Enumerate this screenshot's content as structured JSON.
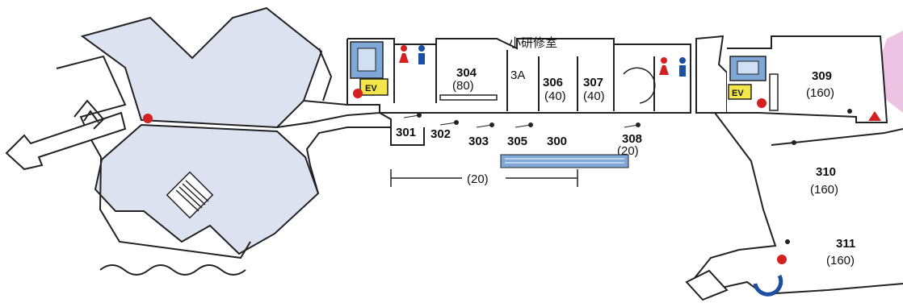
{
  "map": {
    "rooms": [
      {
        "id": "304",
        "number": "304",
        "capacity": "(80)"
      },
      {
        "id": "306",
        "number": "306",
        "capacity": "(40)"
      },
      {
        "id": "307",
        "number": "307",
        "capacity": "(40)"
      },
      {
        "id": "309",
        "number": "309",
        "capacity": "(160)"
      },
      {
        "id": "301",
        "number": "301",
        "capacity": ""
      },
      {
        "id": "302",
        "number": "302",
        "capacity": ""
      },
      {
        "id": "303",
        "number": "303",
        "capacity": ""
      },
      {
        "id": "305",
        "number": "305",
        "capacity": ""
      },
      {
        "id": "300",
        "number": "300",
        "capacity": ""
      },
      {
        "id": "308",
        "number": "308",
        "capacity": "(20)"
      },
      {
        "id": "310",
        "number": "310",
        "capacity": "(160)"
      },
      {
        "id": "311",
        "number": "311",
        "capacity": "(160)"
      }
    ],
    "small_study_room": "小研修室",
    "room_3a": "3A",
    "range_capacity": "(20)",
    "elevator_label": "EV",
    "colors": {
      "building_fill": "#dde2f0",
      "wall": "#222222",
      "elevator_box": "#f2e64b",
      "marker_red": "#d42020",
      "restroom_male": "#1d4fa0",
      "restroom_female": "#d42020",
      "stair_blue": "#5b8fc9",
      "pink_accent": "#e8b8dc"
    },
    "icons": [
      "stairs-icon",
      "elevator-icon",
      "restroom-male-icon",
      "restroom-female-icon",
      "marker-dot-icon",
      "fire-extinguisher-icon",
      "direction-arrow-icon"
    ]
  }
}
